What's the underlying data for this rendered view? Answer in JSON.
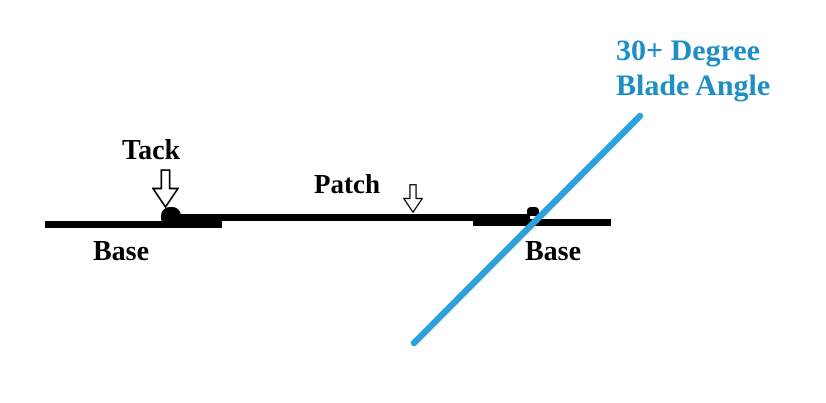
{
  "labels": {
    "tack": "Tack",
    "patch": "Patch",
    "base_left": "Base",
    "base_right": "Base",
    "blade_angle_line1": "30+ Degree",
    "blade_angle_line2": "Blade Angle"
  },
  "colors": {
    "background": "#ffffff",
    "ink": "#000000",
    "blade_text": "#1e8fc6",
    "blade_line": "#2ea1dc"
  },
  "icons": {
    "tack_arrow": "down-arrow-outline-icon",
    "patch_arrow": "down-arrow-outline-icon"
  }
}
